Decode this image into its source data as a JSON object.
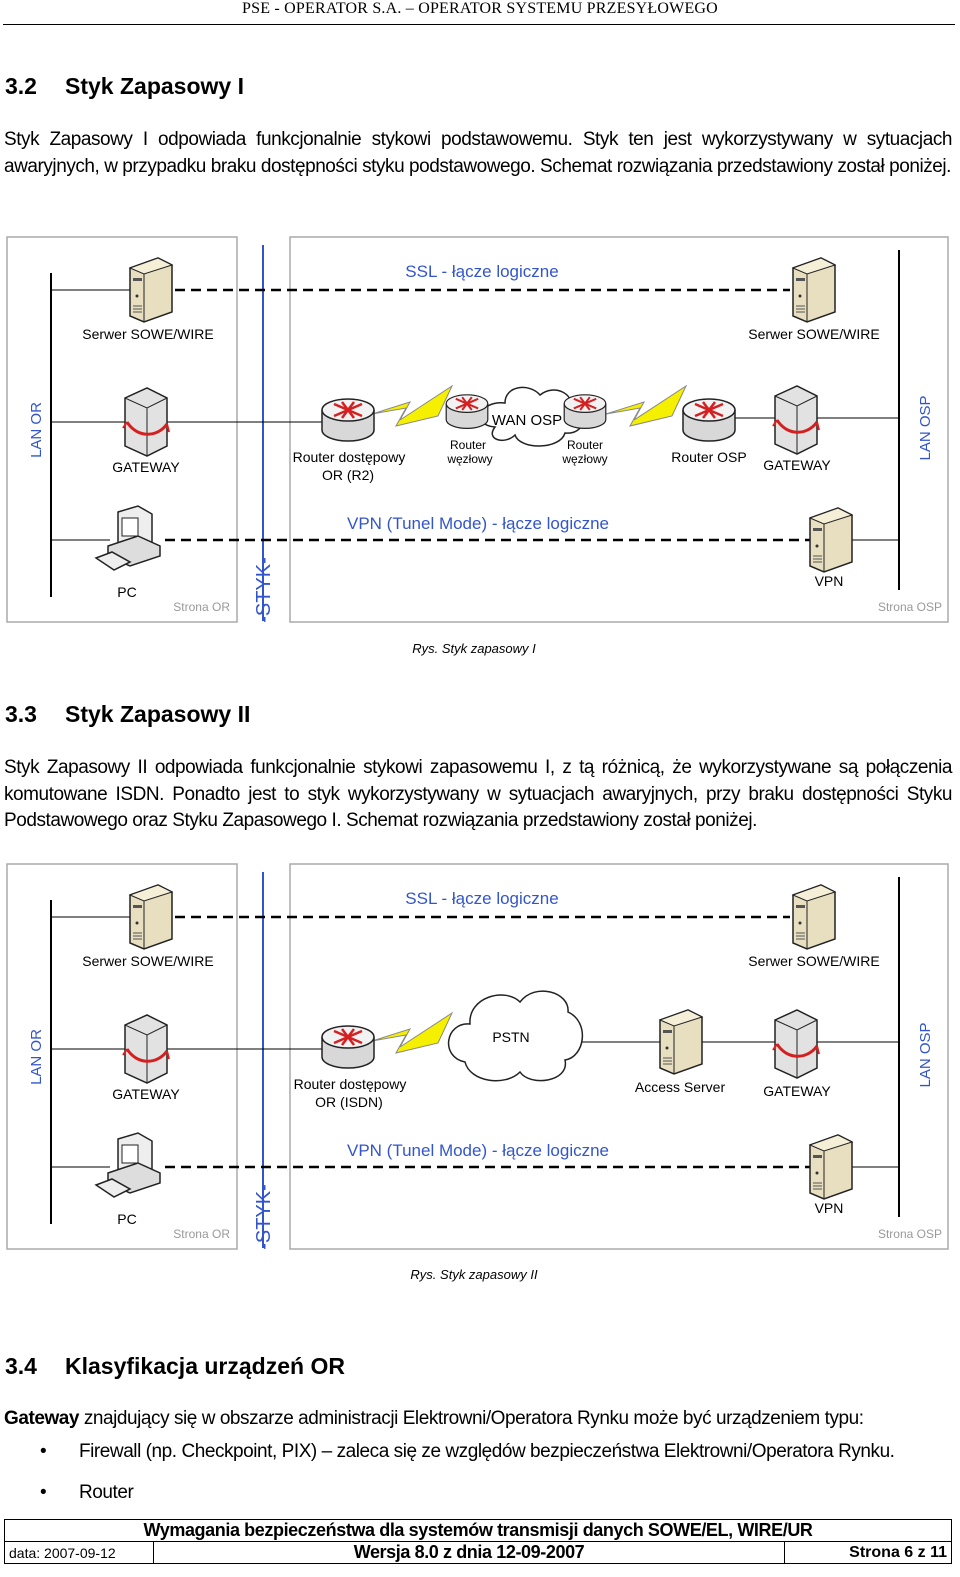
{
  "header": {
    "title": "PSE - OPERATOR S.A. – OPERATOR SYSTEMU PRZESYŁOWEGO"
  },
  "section_3_2": {
    "number": "3.2",
    "title": "Styk Zapasowy I",
    "paragraph": "Styk Zapasowy I odpowiada funkcjonalnie stykowi podstawowemu. Styk ten jest wykorzystywany w sytuacjach awaryjnych, w przypadku braku dostępności styku podstawowego. Schemat rozwiązania przedstawiony został poniżej.",
    "diagram": {
      "ssl_label": "SSL - łącze logiczne",
      "server_left": "Serwer SOWE/WIRE",
      "server_right": "Serwer SOWE/WIRE",
      "lan_or": "LAN OR",
      "lan_osp": "LAN OSP",
      "gateway_left": "GATEWAY",
      "router_access_1": "Router dostępowy",
      "router_access_2": "OR (R2)",
      "router_node_1a": "Router",
      "router_node_1b": "węzłowy",
      "wan": "WAN OSP",
      "router_node_2a": "Router",
      "router_node_2b": "węzłowy",
      "router_osp": "Router OSP",
      "gateway_right": "GATEWAY",
      "vpn_label": "VPN (Tunel Mode) - łącze logiczne",
      "pc": "PC",
      "vpn": "VPN",
      "side_or": "Strona OR",
      "side_osp": "Strona OSP",
      "styk": "-STYK-"
    },
    "caption": "Rys. Styk zapasowy I"
  },
  "section_3_3": {
    "number": "3.3",
    "title": "Styk Zapasowy II",
    "paragraph": "Styk Zapasowy II odpowiada funkcjonalnie stykowi zapasowemu I, z tą różnicą, że wykorzystywane są połączenia komutowane ISDN. Ponadto jest to styk wykorzystywany w sytuacjach awaryjnych, przy braku dostępności Styku Podstawowego oraz Styku Zapasowego I. Schemat rozwiązania przedstawiony został poniżej.",
    "diagram": {
      "ssl_label": "SSL - łącze logiczne",
      "server_left": "Serwer SOWE/WIRE",
      "server_right": "Serwer SOWE/WIRE",
      "lan_or": "LAN OR",
      "lan_osp": "LAN OSP",
      "gateway_left": "GATEWAY",
      "router_access_1": "Router dostępowy",
      "router_access_2": "OR (ISDN)",
      "pstn": "PSTN",
      "access_server": "Access Server",
      "gateway_right": "GATEWAY",
      "vpn_label": "VPN (Tunel Mode) - łącze logiczne",
      "pc": "PC",
      "vpn": "VPN",
      "side_or": "Strona OR",
      "side_osp": "Strona OSP",
      "styk": "-STYK-"
    },
    "caption": "Rys. Styk zapasowy II"
  },
  "section_3_4": {
    "number": "3.4",
    "title": "Klasyfikacja urządzeń OR",
    "intro_bold": "Gateway",
    "intro_rest": " znajdujący się w obszarze administracji Elektrowni/Operatora Rynku może być urządzeniem typu:",
    "bullets": [
      "Firewall (np. Checkpoint, PIX) – zaleca się ze względów bezpieczeństwa Elektrowni/Operatora Rynku.",
      "Router"
    ]
  },
  "footer": {
    "title": "Wymagania bezpieczeństwa dla systemów transmisji danych SOWE/EL, WIRE/UR",
    "date": "data: 2007-09-12",
    "version": "Wersja 8.0 z dnia 12-09-2007",
    "page": "Strona 6 z 11"
  },
  "colors": {
    "accent_blue": "#3355cc",
    "bolt_yellow": "#f5f000",
    "arrow_red": "#d42020"
  }
}
